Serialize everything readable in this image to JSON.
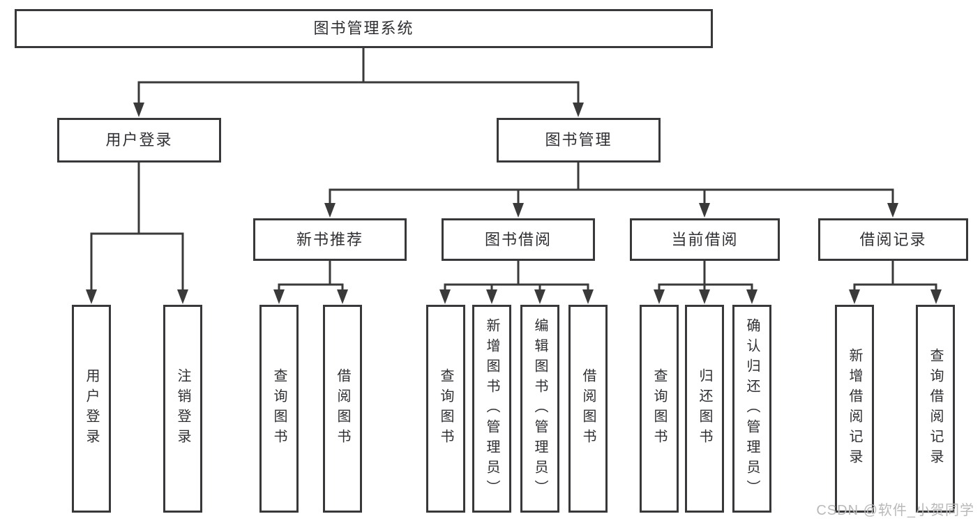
{
  "tree": {
    "root": {
      "label": "图书管理系统",
      "children": [
        {
          "label": "用户登录",
          "children": [
            {
              "label": "用户登录"
            },
            {
              "label": "注销登录"
            }
          ]
        },
        {
          "label": "图书管理",
          "children": [
            {
              "label": "新书推荐",
              "children": [
                {
                  "label": "查询图书"
                },
                {
                  "label": "借阅图书"
                }
              ]
            },
            {
              "label": "图书借阅",
              "children": [
                {
                  "label": "查询图书"
                },
                {
                  "label": "新增图书（管理员）"
                },
                {
                  "label": "编辑图书（管理员）"
                },
                {
                  "label": "借阅图书"
                }
              ]
            },
            {
              "label": "当前借阅",
              "children": [
                {
                  "label": "查询图书"
                },
                {
                  "label": "归还图书"
                },
                {
                  "label": "确认归还（管理员）"
                }
              ]
            },
            {
              "label": "借阅记录",
              "children": [
                {
                  "label": "新增借阅记录"
                },
                {
                  "label": "查询借阅记录"
                }
              ]
            }
          ]
        }
      ]
    }
  },
  "watermark": {
    "text": "CSDN @软件_小贺同学"
  },
  "colors": {
    "line": "#3a3a3a",
    "box_border": "#38383b",
    "text": "#2f2f33",
    "watermark": "#b9b9b9",
    "background": "#ffffff"
  }
}
